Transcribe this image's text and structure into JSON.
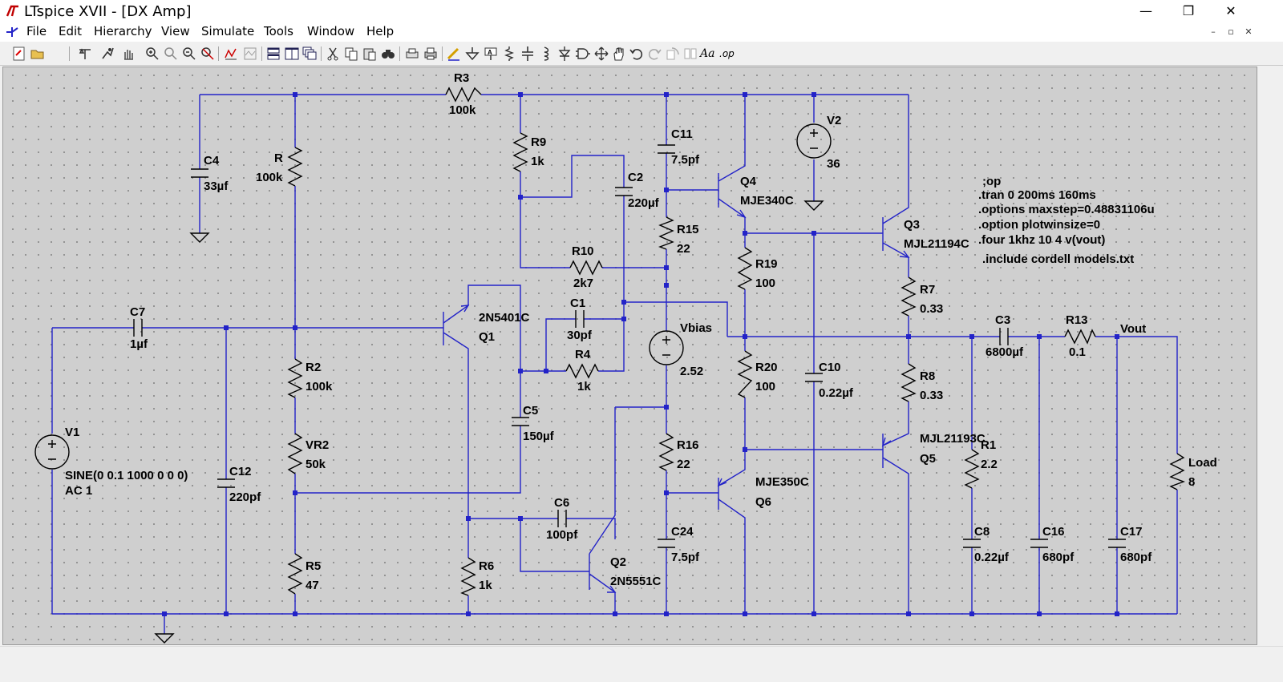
{
  "window": {
    "title": "LTspice XVII - [DX Amp]",
    "minimize_glyph": "—",
    "maximize_glyph": "❐",
    "close_glyph": "✕"
  },
  "menu": {
    "file": "File",
    "edit": "Edit",
    "hierarchy": "Hierarchy",
    "view": "View",
    "simulate": "Simulate",
    "tools": "Tools",
    "window": "Window",
    "help": "Help"
  },
  "mdi": {
    "minimize": "–",
    "restore": "▫",
    "close": "✕"
  },
  "toolbar": {
    "icons": [
      "new-schematic-icon",
      "open-icon",
      "control-panel-icon",
      "run-icon",
      "pan-icon",
      "zoom-in-icon",
      "zoom-full-icon",
      "zoom-out-icon",
      "zoom-cancel-icon",
      "autorange-icon",
      "waveform-icon",
      "tile-horizontal-icon",
      "tile-vertical-icon",
      "cascade-icon",
      "cut-icon",
      "copy-icon",
      "paste-icon",
      "find-icon",
      "print-setup-icon",
      "print-icon",
      "wire-icon",
      "ground-icon",
      "label-icon",
      "resistor-icon",
      "capacitor-icon",
      "inductor-icon",
      "diode-icon",
      "component-icon",
      "move-icon",
      "drag-icon",
      "undo-icon",
      "redo-icon",
      "rotate-icon",
      "mirror-icon",
      "text-icon",
      "spice-directive-icon"
    ],
    "text_label": "Aa",
    "directive_label": ".op"
  },
  "schematic": {
    "wire_color": "#2323c8",
    "parts": {
      "R3": {
        "name": "R3",
        "value": "100k"
      },
      "C4": {
        "name": "C4",
        "value": "33µf"
      },
      "R": {
        "name": "R",
        "value": "100k"
      },
      "R9": {
        "name": "R9",
        "value": "1k"
      },
      "C11": {
        "name": "C11",
        "value": "7.5pf"
      },
      "V2": {
        "name": "V2",
        "value": "36"
      },
      "C2": {
        "name": "C2",
        "value": "220µf"
      },
      "Q4": {
        "name": "Q4",
        "value": "MJE340C"
      },
      "Q3": {
        "name": "Q3",
        "value": "MJL21194C"
      },
      "R15": {
        "name": "R15",
        "value": "22"
      },
      "R10": {
        "name": "R10",
        "value": "2k7"
      },
      "R19": {
        "name": "R19",
        "value": "100"
      },
      "R7": {
        "name": "R7",
        "value": "0.33"
      },
      "C7": {
        "name": "C7",
        "value": "1µf"
      },
      "Q1": {
        "name": "Q1",
        "value": "2N5401C"
      },
      "C1": {
        "name": "C1",
        "value": "30pf"
      },
      "Vbias": {
        "name": "Vbias",
        "value": "2.52"
      },
      "C3": {
        "name": "C3",
        "value": "6800µf"
      },
      "R13": {
        "name": "R13",
        "value": "0.1"
      },
      "R2": {
        "name": "R2",
        "value": "100k"
      },
      "R4": {
        "name": "R4",
        "value": "1k"
      },
      "R20": {
        "name": "R20",
        "value": "100"
      },
      "C10": {
        "name": "C10",
        "value": "0.22µf"
      },
      "R8": {
        "name": "R8",
        "value": "0.33"
      },
      "V1": {
        "name": "V1",
        "value": "SINE(0 0.1 1000 0 0 0)",
        "ac": "AC 1"
      },
      "VR2": {
        "name": "VR2",
        "value": "50k"
      },
      "C5": {
        "name": "C5",
        "value": "150µf"
      },
      "C12": {
        "name": "C12",
        "value": "220pf"
      },
      "R16": {
        "name": "R16",
        "value": "22"
      },
      "Q5": {
        "name": "Q5",
        "value": "MJL21193C"
      },
      "R1": {
        "name": "R1",
        "value": "2.2"
      },
      "Load": {
        "name": "Load",
        "value": "8"
      },
      "Q6": {
        "name": "Q6",
        "value": "MJE350C"
      },
      "C6": {
        "name": "C6",
        "value": "100pf"
      },
      "C24": {
        "name": "C24",
        "value": "7.5pf"
      },
      "C8": {
        "name": "C8",
        "value": "0.22µf"
      },
      "C16": {
        "name": "C16",
        "value": "680pf"
      },
      "C17": {
        "name": "C17",
        "value": "680pf"
      },
      "Q2": {
        "name": "Q2",
        "value": "2N5551C"
      },
      "R5": {
        "name": "R5",
        "value": "47"
      },
      "R6": {
        "name": "R6",
        "value": "1k"
      }
    },
    "net_labels": {
      "vout": "Vout"
    },
    "directives": [
      ";op",
      ".tran 0 200ms 160ms",
      ".options maxstep=0.48831106u",
      ".option plotwinsize=0",
      ".four 1khz 10 4 v(vout)",
      ".include cordell models.txt"
    ]
  }
}
